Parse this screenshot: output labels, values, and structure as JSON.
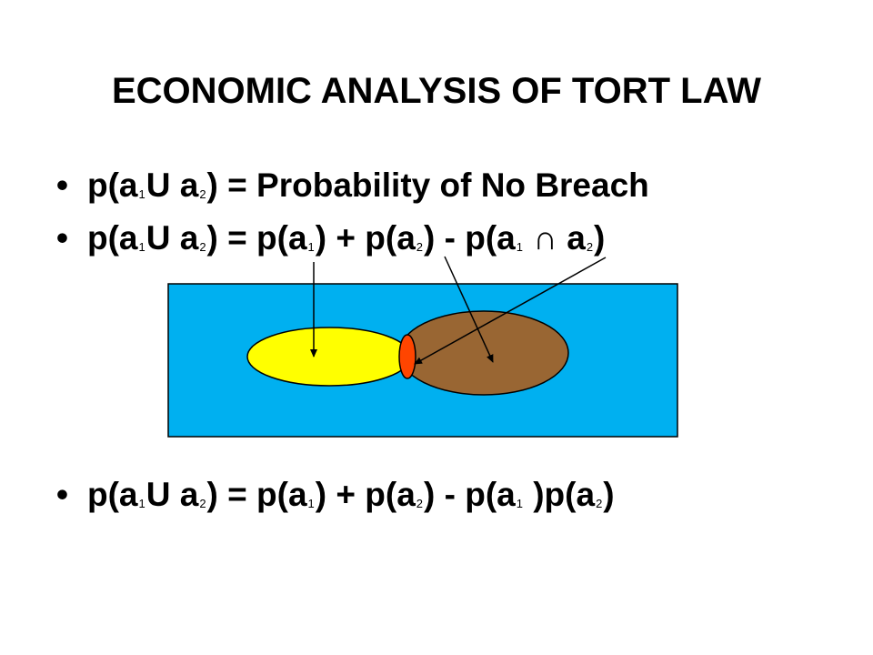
{
  "slide": {
    "title": "ECONOMIC ANALYSIS OF TORT LAW",
    "bullet_symbol": "•",
    "bullets": [
      {
        "parts": [
          "p(a",
          "1",
          "U a",
          "2",
          ") = Probability of No Breach"
        ]
      },
      {
        "parts": [
          "p(a",
          "1",
          "U a",
          "2",
          ") = p(a",
          "1",
          ") + p(a",
          "2",
          ") - p(a",
          "1",
          " ∩ a",
          "2",
          ")"
        ]
      },
      {
        "parts": [
          "p(a",
          "1",
          "U a",
          "2",
          ") = p(a",
          "1",
          ") + p(a",
          "2",
          ") - p(a",
          "1",
          " )p(a",
          "2",
          ")"
        ]
      }
    ]
  },
  "diagram": {
    "colors": {
      "background": "#00b0f0",
      "a1_ellipse": "#ffff00",
      "a2_ellipse": "#996633",
      "intersection": "#ff4500",
      "outline": "#000000"
    }
  }
}
